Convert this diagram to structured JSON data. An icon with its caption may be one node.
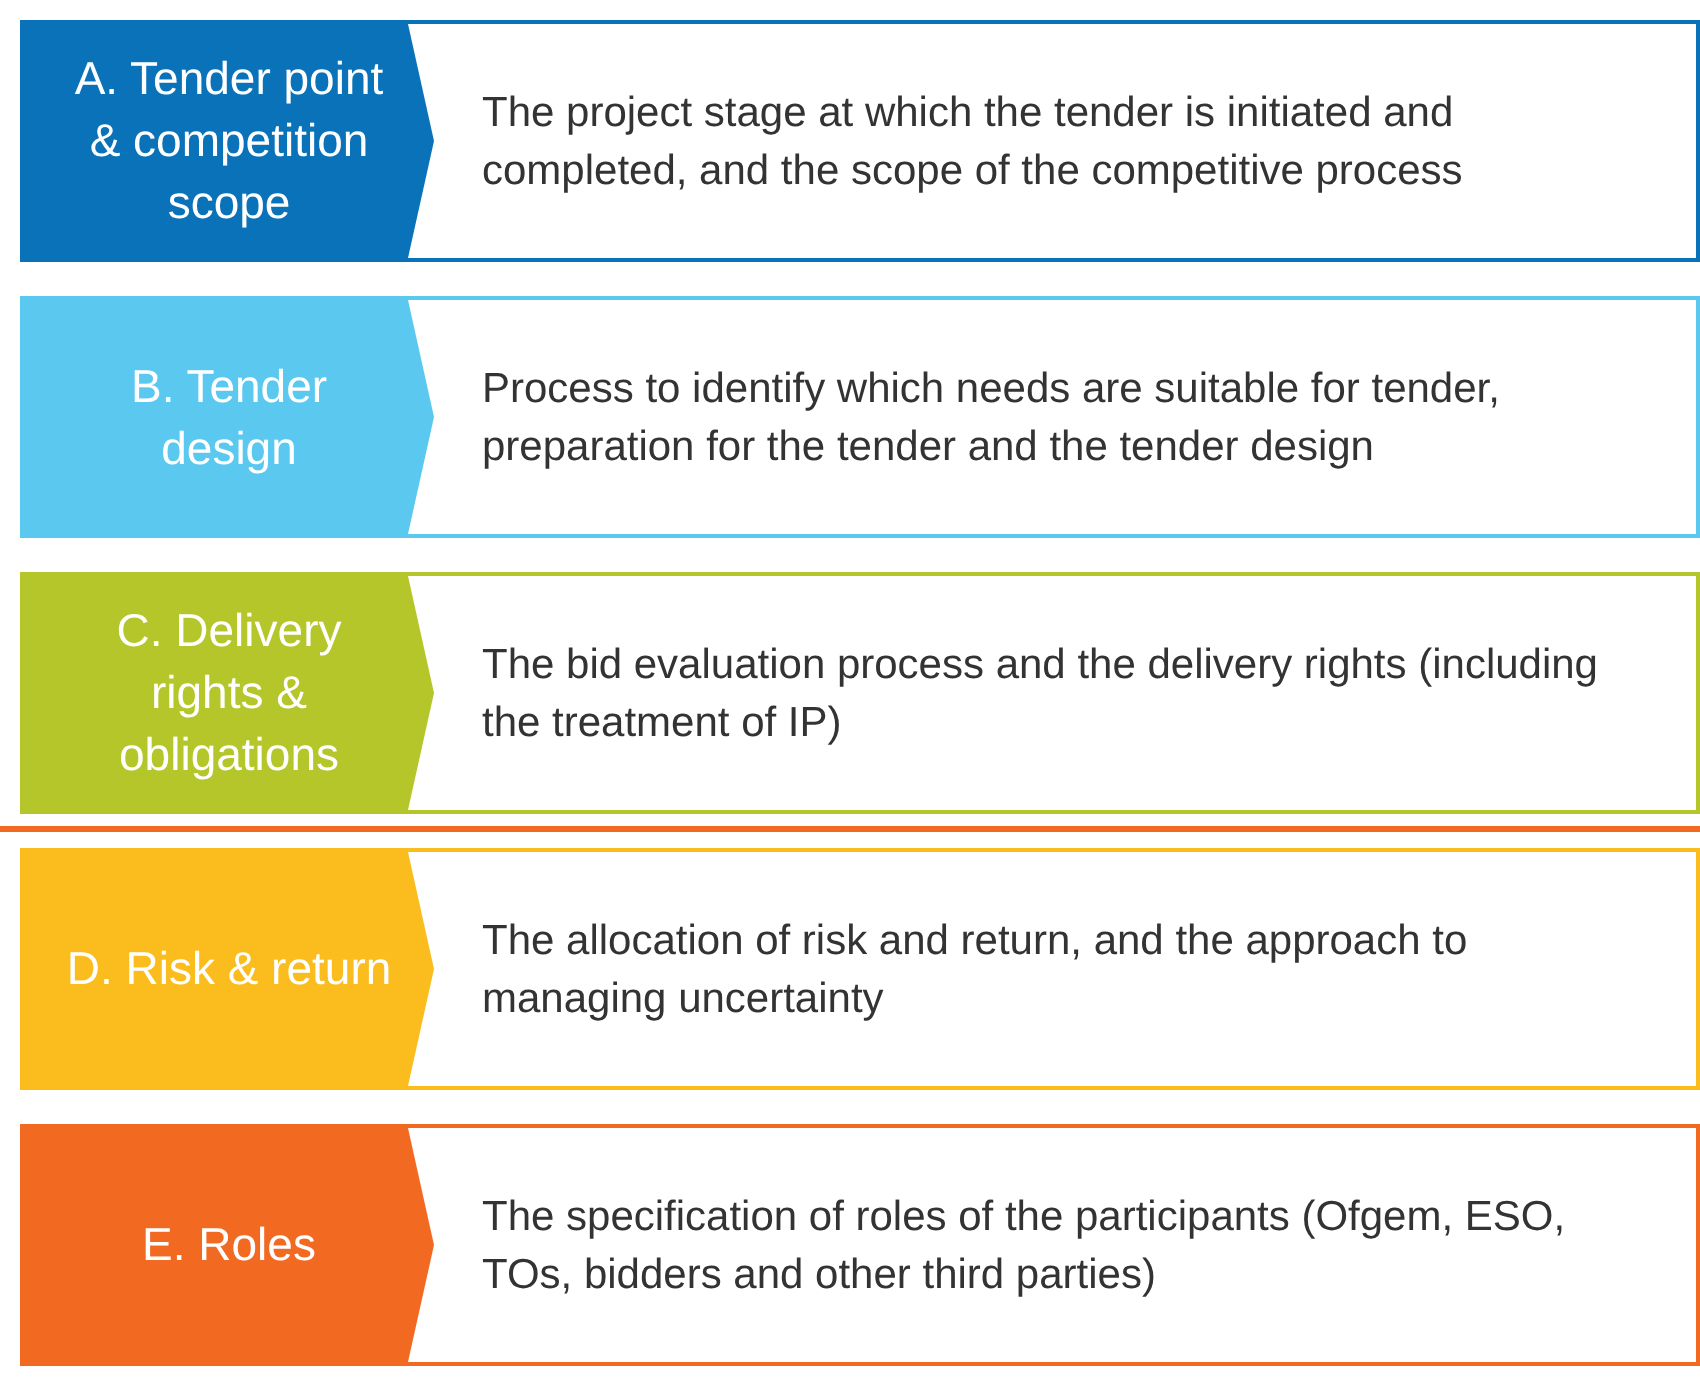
{
  "diagram": {
    "nodes": [
      {
        "text": [
          "The project stage at which the tender is initiated and completed, and the scope of the competitive process"
        ]
      },
      {
        "text": [
          "A. Tender point & competition scope"
        ],
        "in": 0
      },
      {
        "text": [
          "Process to identify which needs are suitable for tender, preparation for the tender and the tender design"
        ]
      },
      {
        "text": [
          "B. Tender design"
        ],
        "in": 2
      },
      {
        "text": [
          "The bid evaluation process and the delivery rights (including the treatment of IP)"
        ]
      },
      {
        "text": [
          "C. Delivery rights & obligations"
        ],
        "in": 4
      },
      {
        "text": [
          "The allocation of risk and return, and the approach to managing uncertainty"
        ]
      },
      {
        "text": [
          "D. Risk & return"
        ],
        "in": 6
      },
      {
        "text": [
          "The specification of roles of the participants (Ofgem, ESO, TOs, bidders and other third parties)"
        ]
      },
      {
        "text": [
          "E. Roles"
        ],
        "in": 8
      }
    ]
  }
}
